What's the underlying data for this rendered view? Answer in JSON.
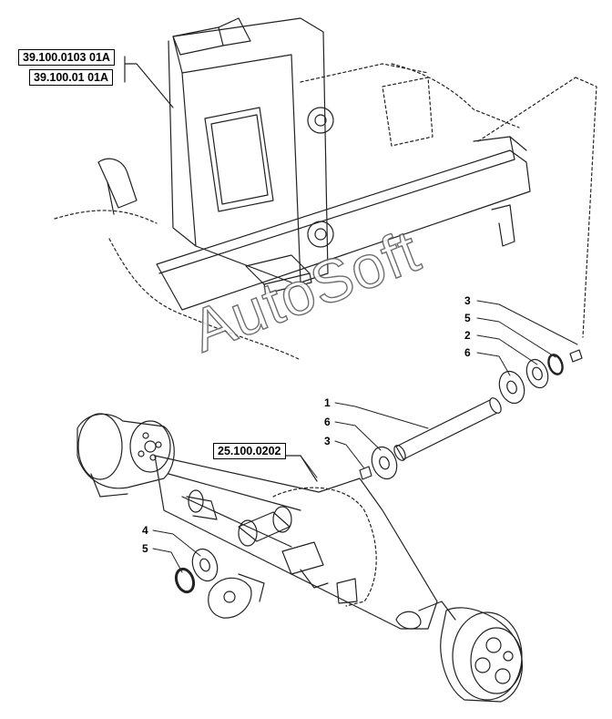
{
  "watermark": "AutoSoft",
  "references": {
    "ref_39_100_0103": "39.100.0103 01A",
    "ref_39_100_01": "39.100.01 01A",
    "ref_25_100_0202": "25.100.0202"
  },
  "callouts": {
    "c1": "1",
    "c2": "2",
    "c3_upper": "3",
    "c3_lower": "3",
    "c4": "4",
    "c5_upper": "5",
    "c5_lower": "5",
    "c6_upper": "6",
    "c6_lower": "6"
  }
}
